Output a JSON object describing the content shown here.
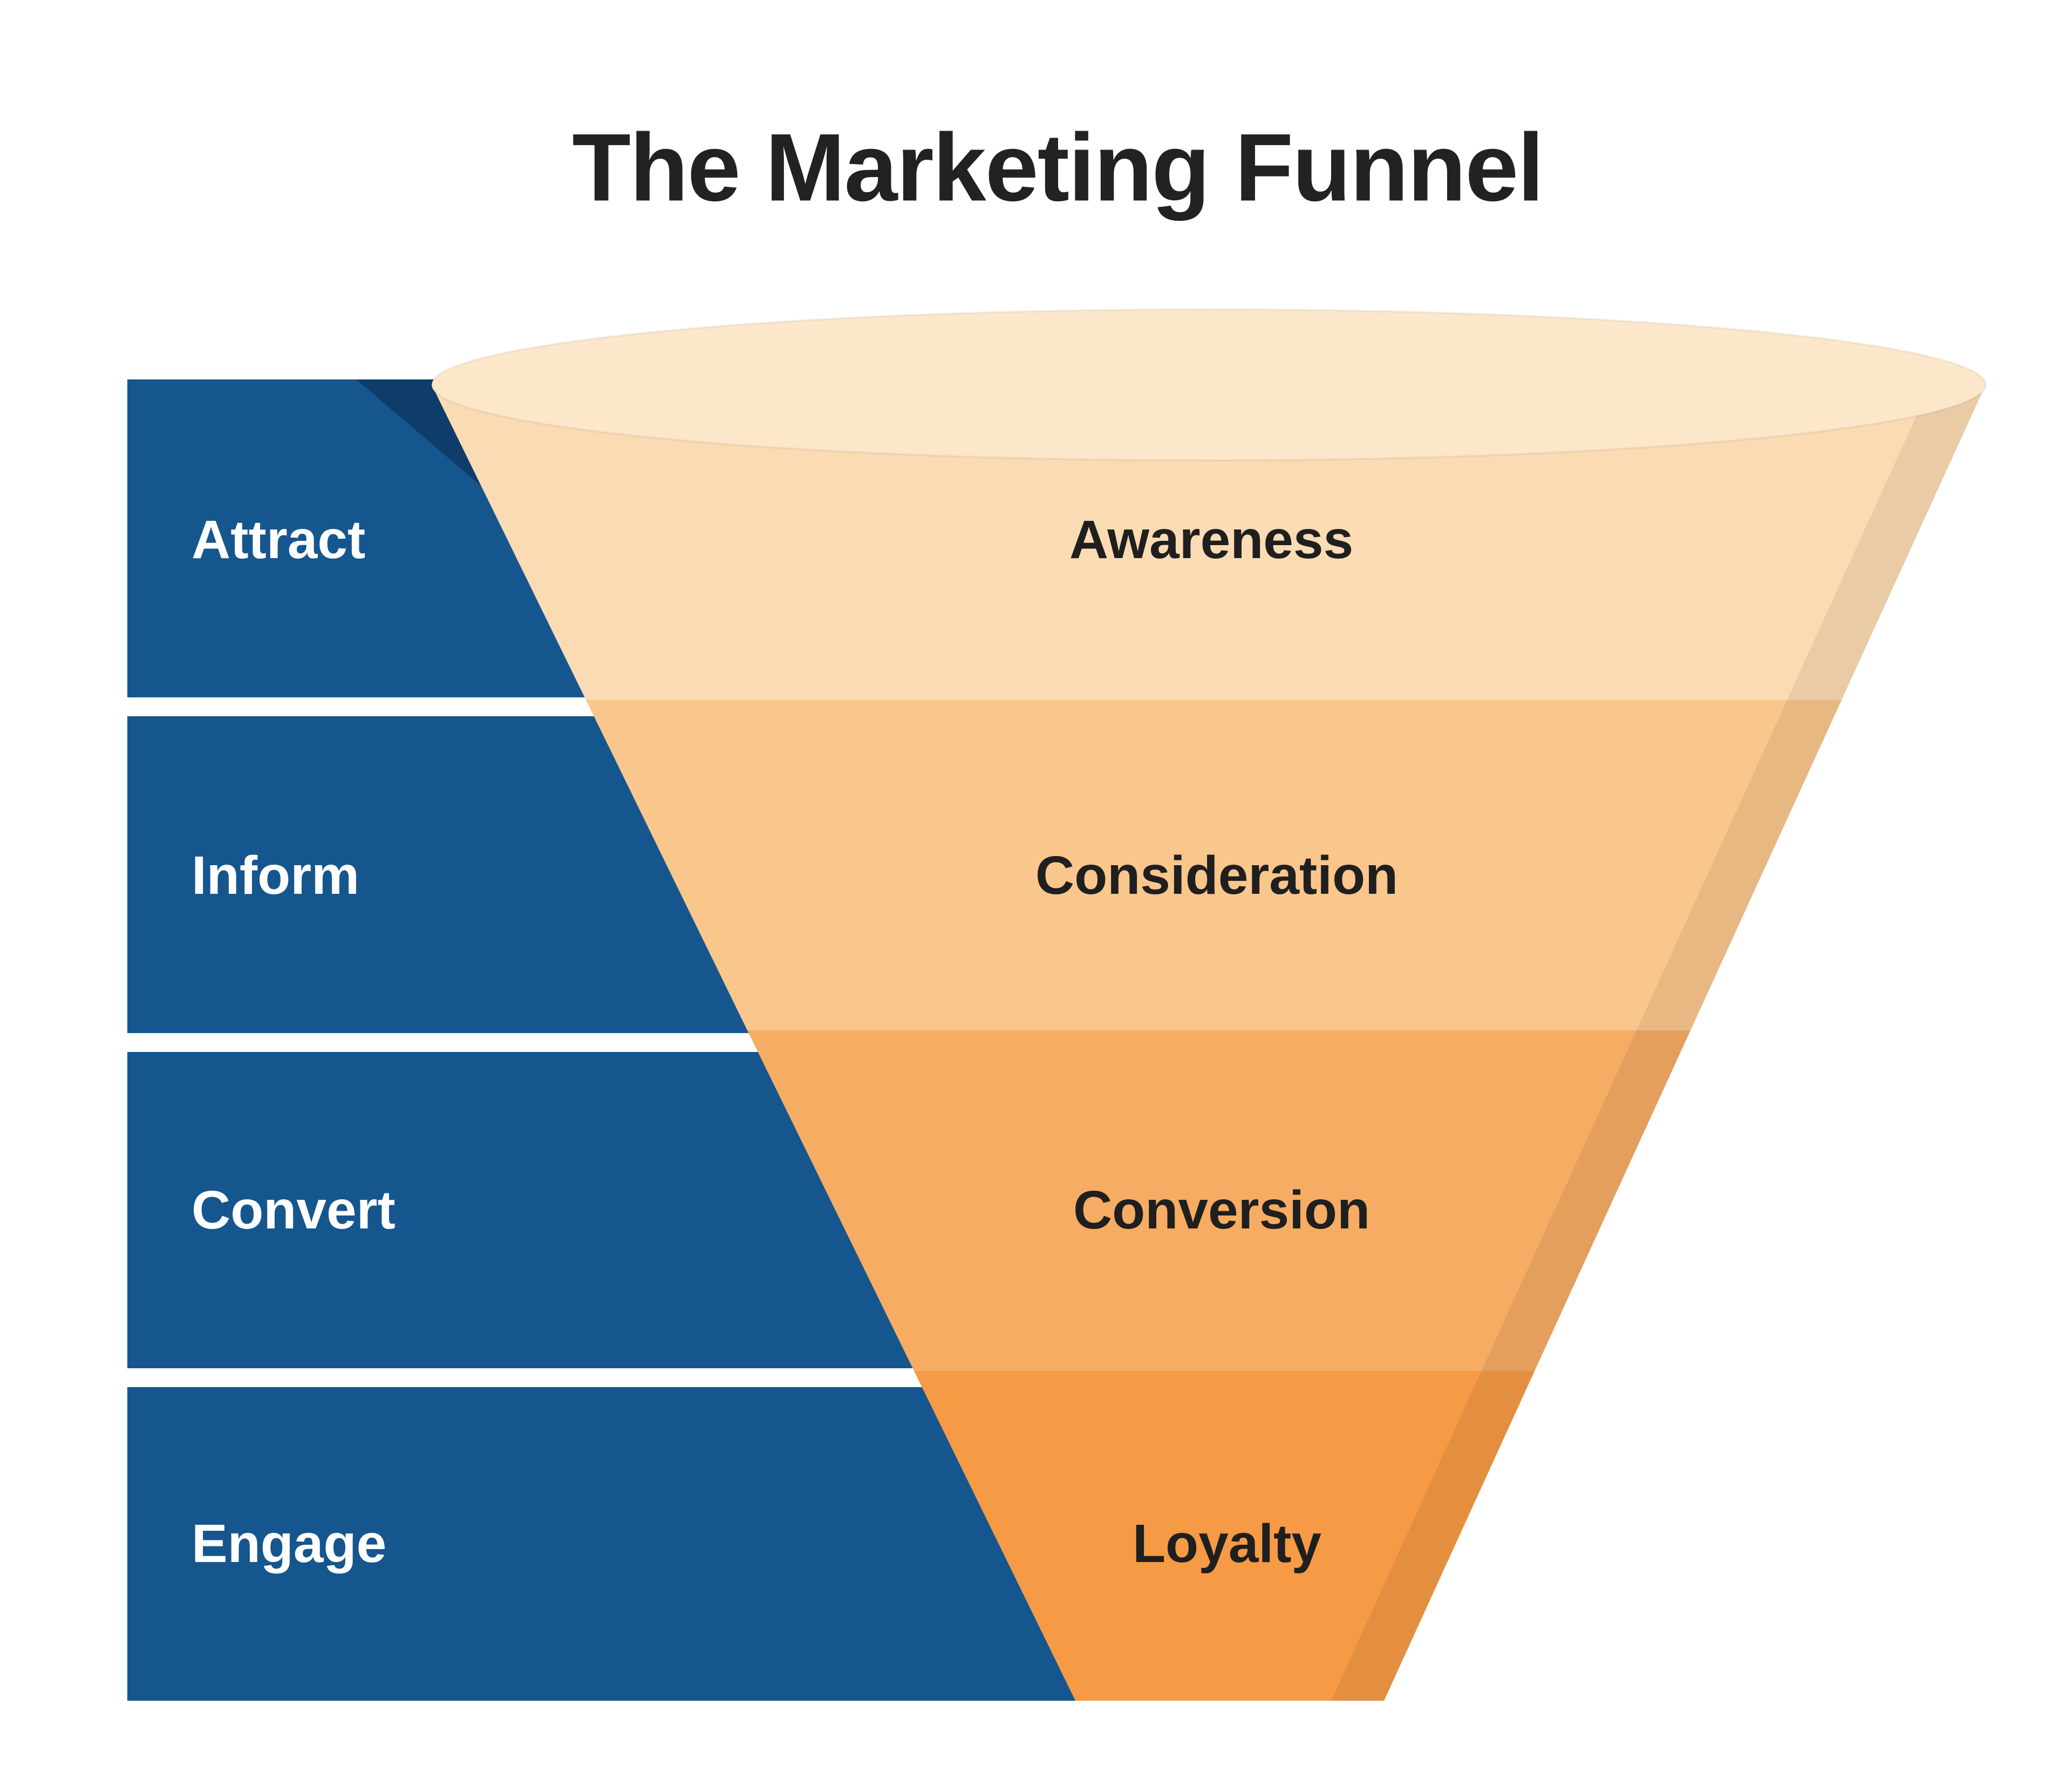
{
  "title": "The Marketing Funnel",
  "funnel": {
    "stages": [
      {
        "action": "Attract",
        "stage": "Awareness"
      },
      {
        "action": "Inform",
        "stage": "Consideration"
      },
      {
        "action": "Convert",
        "stage": "Conversion"
      },
      {
        "action": "Engage",
        "stage": "Loyalty"
      }
    ]
  },
  "colors": {
    "bar_blue": "#15568F",
    "bar_shadow_navy": "#0F3D6B",
    "funnel_band_awareness": "#FBDBB3",
    "funnel_band_consideration": "#F9C68C",
    "funnel_band_conversion": "#F6AC63",
    "funnel_band_loyalty": "#F69A45",
    "funnel_top_ellipse": "#FDE7CB",
    "title_text": "#222222",
    "stage_label_text": "#1F1F1F",
    "bar_label_text": "#FFFFFF"
  }
}
